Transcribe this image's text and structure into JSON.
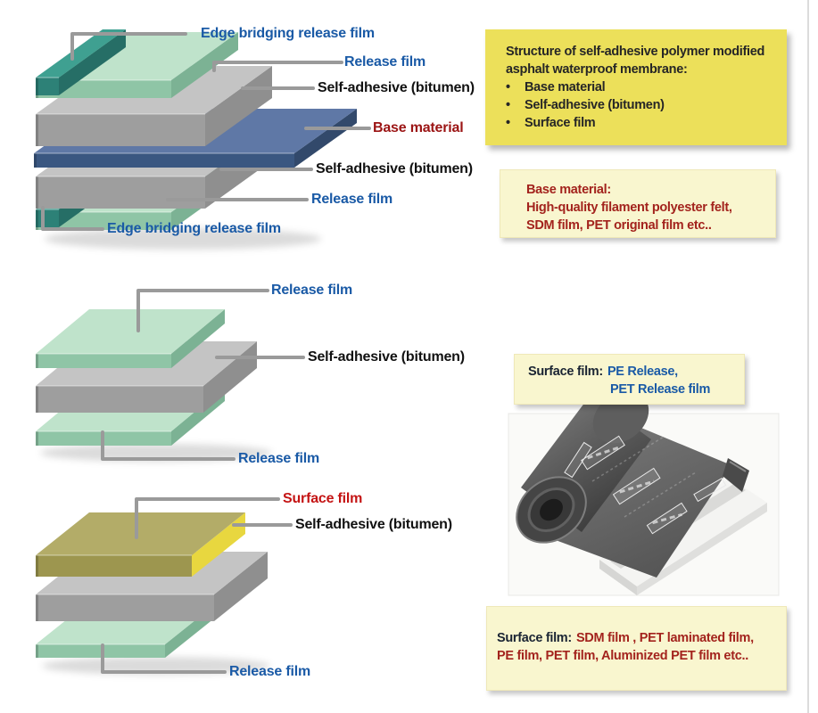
{
  "page": {
    "background": "#ffffff",
    "edge_line_color": "#dcdcdc"
  },
  "colors": {
    "green_top": "#BFE3CB",
    "green_front": "#8FC5A6",
    "green_side": "#7CB294",
    "teal_top": "#3FA091",
    "teal_front": "#2D8177",
    "teal_side": "#266E66",
    "gray_top": "#C4C4C4",
    "gray_front": "#9E9E9E",
    "gray_side": "#8F8F8F",
    "blue_top": "#5F78A6",
    "blue_front": "#3A5781",
    "blue_side": "#32496B",
    "khaki_top": "#B3AC68",
    "khaki_front": "#9D964F",
    "khaki_side": "#E8D73F",
    "leader": "#9A9A9A",
    "shadow": "rgba(0,0,0,0.14)"
  },
  "label_colors": {
    "blue": "#1A5AA6",
    "black": "#111111",
    "darkred": "#9B1414",
    "red": "#C41414"
  },
  "diagrams": {
    "d1": {
      "labels": [
        {
          "text": "Edge bridging release film",
          "color": "blue"
        },
        {
          "text": "Release film",
          "color": "blue"
        },
        {
          "text": "Self-adhesive (bitumen)",
          "color": "black"
        },
        {
          "text": "Base material",
          "color": "darkred"
        },
        {
          "text": "Self-adhesive (bitumen)",
          "color": "black"
        },
        {
          "text": "Release film",
          "color": "blue"
        },
        {
          "text": "Edge bridging release film",
          "color": "blue"
        }
      ]
    },
    "d2": {
      "labels": [
        {
          "text": "Release film",
          "color": "blue"
        },
        {
          "text": "Self-adhesive (bitumen)",
          "color": "black"
        },
        {
          "text": "Release film",
          "color": "blue"
        }
      ]
    },
    "d3": {
      "labels": [
        {
          "text": "Surface film",
          "color": "red"
        },
        {
          "text": "Self-adhesive (bitumen)",
          "color": "black"
        },
        {
          "text": "Release film",
          "color": "blue"
        }
      ]
    }
  },
  "info_boxes": {
    "structure": {
      "bg": "#ECE05A",
      "text_color": "#262626",
      "bullet_char": "•",
      "title": "Structure of self-adhesive polymer modified asphalt waterproof membrane:",
      "bullets": [
        "Base material",
        "Self-adhesive (bitumen)",
        "Surface film"
      ]
    },
    "base_material": {
      "bg": "#F9F6CF",
      "text_color": "#A3231D",
      "lines": [
        "Base material:",
        "High-quality filament polyester felt,",
        "SDM film, PET original film etc.."
      ]
    },
    "surface_film_release": {
      "bg": "#F9F6CF",
      "prefix": "Surface film:",
      "prefix_color": "#1A2433",
      "value_color": "#1A5AA6",
      "line1": "PE Release,",
      "line2": "PET Release film"
    },
    "surface_film_types": {
      "bg": "#F9F6CF",
      "prefix": "Surface film:",
      "prefix_color": "#1A2433",
      "value_color": "#A3231D",
      "line1": "SDM film , PET laminated film,",
      "line2": "PE film, PET film, Aluminized PET film etc.."
    }
  }
}
